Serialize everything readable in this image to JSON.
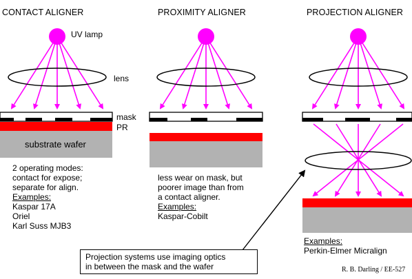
{
  "headers": {
    "contact": "CONTACT ALIGNER",
    "proximity": "PROXIMITY ALIGNER",
    "projection": "PROJECTION ALIGNER"
  },
  "labels": {
    "uv_lamp": "UV lamp",
    "lens": "lens",
    "mask": "mask",
    "pr": "PR",
    "substrate": "substrate wafer"
  },
  "contact": {
    "desc": [
      "2 operating modes:",
      "contact for expose;",
      "separate for align."
    ],
    "examples_label": "Examples:",
    "examples": [
      "Kaspar 17A",
      "Oriel",
      "Karl Suss MJB3"
    ]
  },
  "proximity": {
    "desc": [
      "less wear on mask, but",
      "poorer image than from",
      "a contact aligner."
    ],
    "examples_label": "Examples:",
    "examples": [
      "Kaspar-Cobilt"
    ]
  },
  "projection": {
    "examples_label": "Examples:",
    "examples": [
      "Perkin-Elmer Micralign"
    ]
  },
  "callout": [
    "Projection systems use imaging optics",
    "in between the mask and the wafer"
  ],
  "credit": "R. B. Darling / EE-527",
  "colors": {
    "lamp": "#ff00ff",
    "ray": "#ff00ff",
    "photoresist": "#ff0000",
    "wafer": "#b2b2b2",
    "mask": "#000000"
  }
}
